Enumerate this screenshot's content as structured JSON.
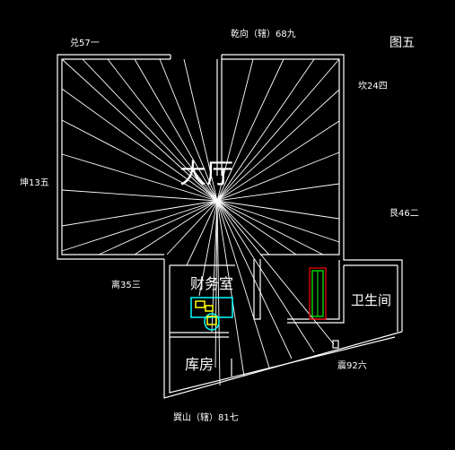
{
  "figure_label": "图五",
  "directions": {
    "north": "乾向（辖）68九",
    "northwest": "兑57一",
    "northeast": "坎24四",
    "west": "坤13五",
    "east": "艮46二",
    "southwest": "离35三",
    "southeast": "震92六",
    "south": "巽山（辖）81七"
  },
  "rooms": {
    "hall": "大厅",
    "office": "财务室",
    "bathroom": "卫生间",
    "storage": "库房"
  },
  "colors": {
    "background": "#000000",
    "walls": "#ffffff",
    "rays": "#ffffff",
    "furniture_yellow": "#ffff00",
    "furniture_cyan": "#00ffff",
    "furniture_green": "#00ff00",
    "furniture_red": "#ff0000"
  }
}
